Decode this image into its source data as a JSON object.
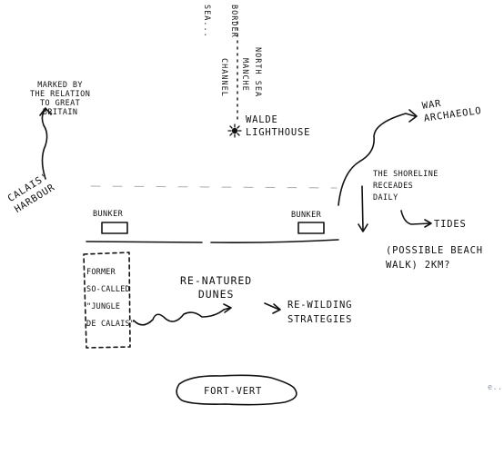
{
  "labels": {
    "sea": "SEA...",
    "north_sea": "NORTH SEA",
    "border": "BORDER",
    "manche": "MANCHE",
    "channel": "CHANNEL",
    "lighthouse": "WALDE\nLIGHTHOUSE",
    "relation": "MARKED BY\nTHE RELATION\nTO GREAT\nBRITAIN",
    "harbour": "CALAIS'\nHARBOUR",
    "war": "WAR\nARCHAEOLO",
    "shoreline": "THE SHORELINE\nRECEADES\nDAILY",
    "tides": "TIDES",
    "beach": "(POSSIBLE BEACH\nWALK) 2KM?",
    "bunker_left": "BUNKER",
    "bunker_right": "BUNKER",
    "jungle": "FORMER\nSO-CALLED\n\"JUNGLE\nDE CALAIS\"",
    "dunes": "RE-NATURED\nDUNES",
    "rewilding": "RE-WILDING\nSTRATEGIES",
    "fort": "FORT-VERT",
    "corner_mark": "e.."
  },
  "colors": {
    "ink": "#111111",
    "paper": "#ffffff"
  }
}
